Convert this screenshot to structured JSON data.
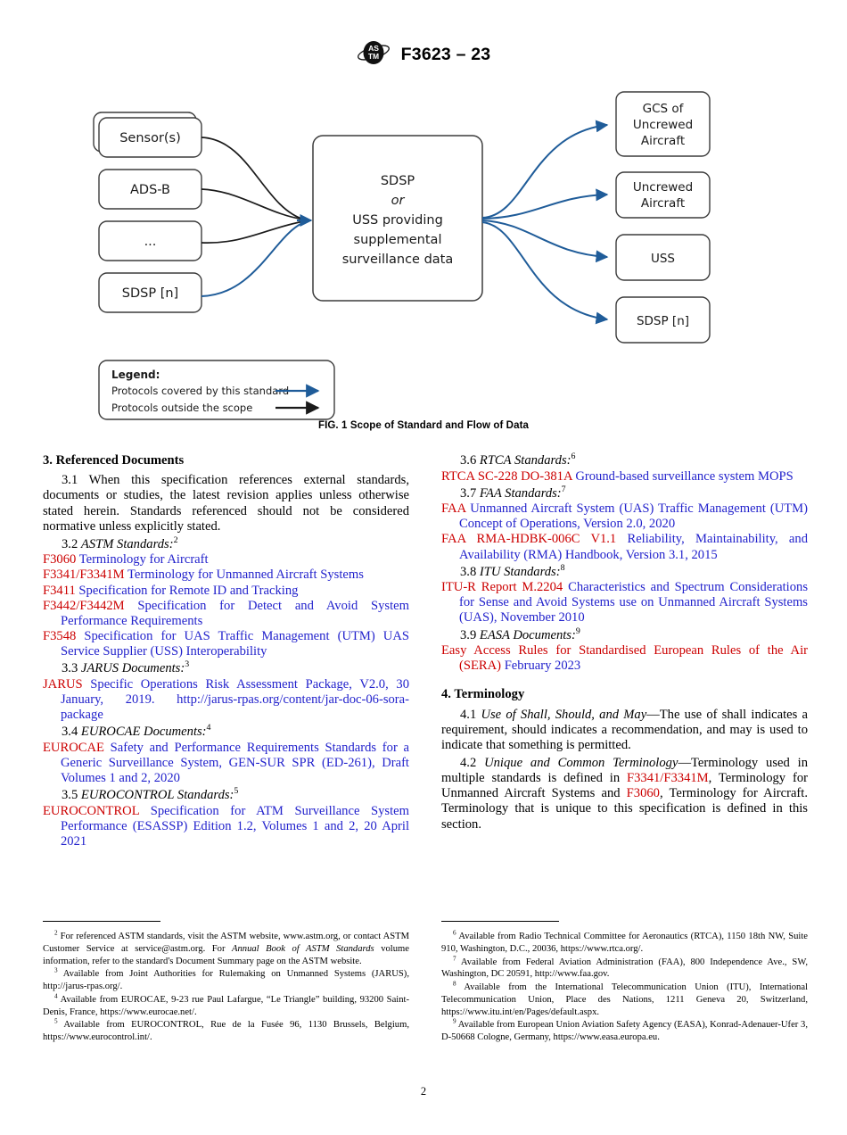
{
  "header": {
    "logo_icon": "astm-logo",
    "designation": "F3623 – 23"
  },
  "figure": {
    "caption": "FIG. 1 Scope of Standard and Flow of Data",
    "inputs": [
      {
        "label": "Sensor(s)",
        "stacked": true,
        "arrow": "black"
      },
      {
        "label": "ADS-B",
        "stacked": false,
        "arrow": "black"
      },
      {
        "label": "...",
        "stacked": false,
        "arrow": "black"
      },
      {
        "label": "SDSP [n]",
        "stacked": false,
        "arrow": "blue"
      }
    ],
    "center": {
      "line1": "SDSP",
      "line2": "or",
      "line3": "USS providing",
      "line4": "supplemental",
      "line5": "surveillance data"
    },
    "outputs": [
      {
        "line1": "GCS of",
        "line2": "Uncrewed",
        "line3": "Aircraft",
        "arrow": "blue"
      },
      {
        "line1": "Uncrewed",
        "line2": "Aircraft",
        "line3": "",
        "arrow": "blue"
      },
      {
        "line1": "USS",
        "line2": "",
        "line3": "",
        "arrow": "blue"
      },
      {
        "line1": "SDSP [n]",
        "line2": "",
        "line3": "",
        "arrow": "blue"
      }
    ],
    "legend": {
      "title": "Legend:",
      "entries": [
        {
          "label": "Protocols covered by this standard",
          "color": "blue"
        },
        {
          "label": "Protocols outside the scope",
          "color": "black"
        }
      ]
    },
    "colors": {
      "blue_arrow": "#1F5C99",
      "black_arrow": "#1a1a1a",
      "box_stroke": "#3c3c3c"
    }
  },
  "sections": {
    "referenced_documents": {
      "heading": "3.  Referenced Documents",
      "para_3_1": "3.1 When this specification references external standards, documents or studies, the latest revision applies unless otherwise stated herein. Standards referenced should not be considered normative unless explicitly stated.",
      "sub_3_2": "3.2",
      "sub_3_2_title": "ASTM Standards:",
      "sub_3_2_note": "2",
      "astm_standards": [
        {
          "id": "F3060",
          "title": "Terminology for Aircraft"
        },
        {
          "id": "F3341/F3341M",
          "title": "Terminology for Unmanned Aircraft Systems"
        },
        {
          "id": "F3411",
          "title": "Specification for Remote ID and Tracking"
        },
        {
          "id": "F3442/F3442M",
          "title": "Specification for Detect and Avoid System Performance Requirements"
        },
        {
          "id": "F3548",
          "title": "Specification for UAS Traffic Management (UTM) UAS Service Supplier (USS) Interoperability"
        }
      ],
      "sub_3_3": "3.3",
      "sub_3_3_title": "JARUS Documents:",
      "sub_3_3_note": "3",
      "jarus_documents": [
        {
          "id": "JARUS",
          "title": "Specific Operations Risk Assessment Package, V2.0, 30 January, 2019. http://jarus-rpas.org/content/jar-doc-06-sora-package"
        }
      ],
      "sub_3_4": "3.4",
      "sub_3_4_title": "EUROCAE Documents:",
      "sub_3_4_note": "4",
      "eurocae_documents": [
        {
          "id": "EUROCAE",
          "title": "Safety and Performance Requirements Standards for a Generic Surveillance System, GEN-SUR SPR (ED-261), Draft Volumes 1 and 2, 2020"
        }
      ],
      "sub_3_5": "3.5",
      "sub_3_5_title": "EUROCONTROL Standards:",
      "sub_3_5_note": "5",
      "eurocontrol_standards": [
        {
          "id": "EUROCONTROL",
          "title": "Specification for ATM Surveillance System Performance (ESASSP) Edition 1.2, Volumes 1 and 2, 20 April 2021"
        }
      ],
      "sub_3_6": "3.6",
      "sub_3_6_title": "RTCA Standards:",
      "sub_3_6_note": "6",
      "rtca_standards": [
        {
          "id": "RTCA SC-228 DO-381A",
          "title": "Ground-based surveillance system MOPS"
        }
      ],
      "sub_3_7": "3.7",
      "sub_3_7_title": "FAA Standards:",
      "sub_3_7_note": "7",
      "faa_standards": [
        {
          "id": "FAA",
          "title": "Unmanned Aircraft System (UAS) Traffic Management (UTM) Concept of Operations, Version 2.0, 2020"
        },
        {
          "id": "FAA RMA-HDBK-006C V1.1",
          "title": "Reliability, Maintainability, and Availability (RMA) Handbook, Version 3.1, 2015"
        }
      ],
      "sub_3_8": "3.8",
      "sub_3_8_title": "ITU Standards:",
      "sub_3_8_note": "8",
      "itu_standards": [
        {
          "id": "ITU-R Report M.2204",
          "title": "Characteristics and Spectrum Considerations for Sense and Avoid Systems use on Unmanned Aircraft Systems (UAS), November 2010"
        }
      ],
      "sub_3_9": "3.9",
      "sub_3_9_title": "EASA Documents:",
      "sub_3_9_note": "9",
      "easa_documents": [
        {
          "id": "Easy Access Rules for Standardised European Rules of the Air (SERA)",
          "title": "February 2023"
        }
      ]
    },
    "terminology": {
      "heading": "4.  Terminology",
      "para_4_1_num": "4.1",
      "para_4_1_title": "Use of Shall, Should, and May",
      "para_4_1_body": "—The use of shall indicates a requirement, should indicates a recommendation, and may is used to indicate that something is permitted.",
      "para_4_2_num": "4.2",
      "para_4_2_title": "Unique and Common Terminology",
      "para_4_2_body_1": "—Terminology used in multiple standards is defined in ",
      "para_4_2_ref_1": "F3341/F3341M",
      "para_4_2_body_2": ", Terminology for Unmanned Aircraft Systems and ",
      "para_4_2_ref_2": "F3060",
      "para_4_2_body_3": ", Terminology for Aircraft. Terminology that is unique to this specification is defined in this section."
    }
  },
  "footnotes": {
    "left": [
      {
        "marker": "2",
        "text_1": "For referenced ASTM standards, visit the ASTM website, www.astm.org, or contact ASTM Customer Service at service@astm.org. For ",
        "italic_1": "Annual Book of ASTM Standards",
        "text_2": " volume information, refer to the standard's Document Summary page on the ASTM website."
      },
      {
        "marker": "3",
        "text_1": "Available from Joint Authorities for Rulemaking on Unmanned Systems (JARUS), http://jarus-rpas.org/.",
        "italic_1": "",
        "text_2": ""
      },
      {
        "marker": "4",
        "text_1": "Available from EUROCAE, 9-23 rue Paul Lafargue, “Le Triangle” building, 93200 Saint-Denis, France, https://www.eurocae.net/.",
        "italic_1": "",
        "text_2": ""
      },
      {
        "marker": "5",
        "text_1": "Available from EUROCONTROL, Rue de la Fusée 96, 1130 Brussels, Belgium, https://www.eurocontrol.int/.",
        "italic_1": "",
        "text_2": ""
      }
    ],
    "right": [
      {
        "marker": "6",
        "text_1": "Available from Radio Technical Committee for Aeronautics (RTCA), 1150 18th NW, Suite 910, Washington, D.C., 20036, https://www.rtca.org/.",
        "italic_1": "",
        "text_2": ""
      },
      {
        "marker": "7",
        "text_1": "Available from Federal Aviation Administration (FAA), 800 Independence Ave., SW, Washington, DC 20591, http://www.faa.gov.",
        "italic_1": "",
        "text_2": ""
      },
      {
        "marker": "8",
        "text_1": "Available from the International Telecommunication Union (ITU), International Telecommunication Union, Place des Nations, 1211 Geneva 20, Switzerland, https://www.itu.int/en/Pages/default.aspx.",
        "italic_1": "",
        "text_2": ""
      },
      {
        "marker": "9",
        "text_1": "Available from European Union Aviation Safety Agency (EASA), Konrad-Adenauer-Ufer 3, D-50668 Cologne, Germany, https://www.easa.europa.eu.",
        "italic_1": "",
        "text_2": ""
      }
    ]
  },
  "page_number": "2",
  "colors": {
    "ref_id_red": "#CC0000",
    "ref_title_blue": "#2222CC",
    "diagram_blue": "#1F5C99"
  }
}
